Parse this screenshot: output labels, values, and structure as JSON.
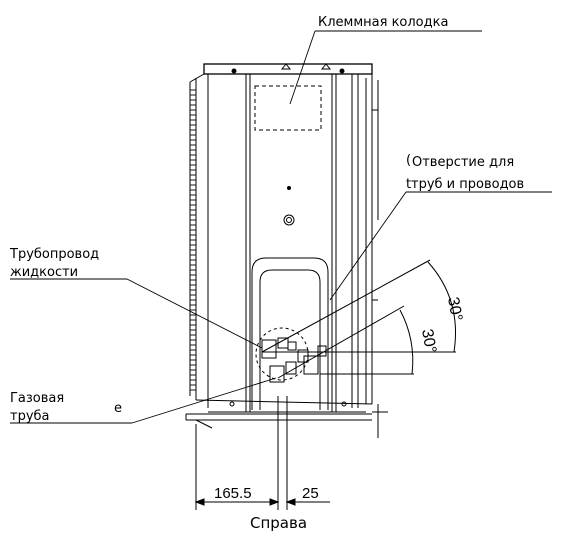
{
  "labels": {
    "terminal_block": "Клеммная колодка",
    "hole_line1": "Отверстие для",
    "hole_line2": "труб и проводов",
    "liquid_line1": "Трубопровод",
    "liquid_line2": "жидкости",
    "gas_line1": "Газовая",
    "gas_line2": "труба",
    "stray_e": "e",
    "view": "Справа"
  },
  "dimensions": {
    "left": "165.5",
    "right": "25"
  },
  "angles": {
    "upper": "30°",
    "lower": "30°"
  },
  "colors": {
    "line": "#000000",
    "background": "#ffffff"
  }
}
